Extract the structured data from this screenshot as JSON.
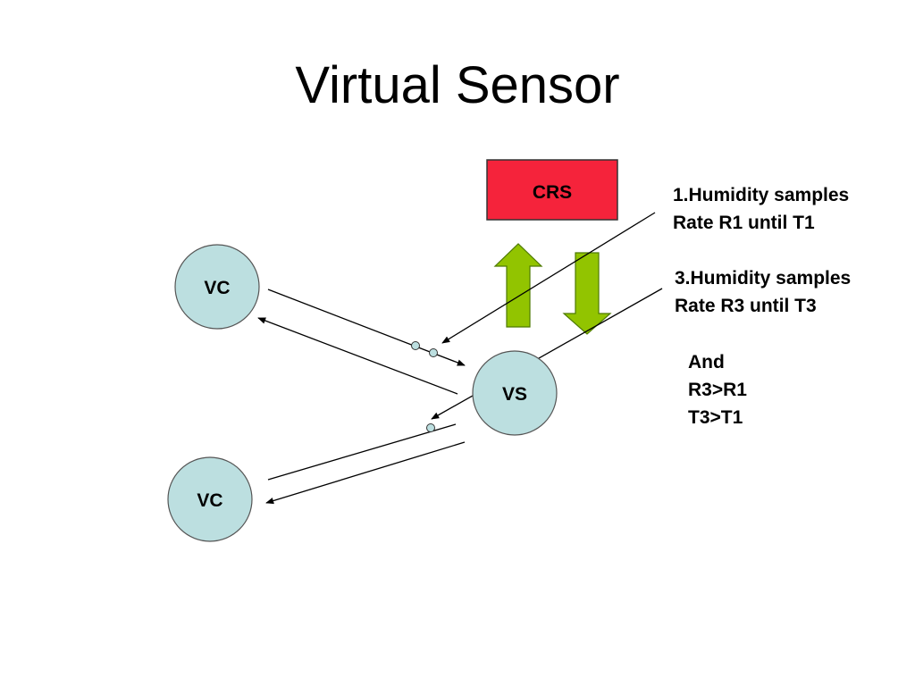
{
  "title": "Virtual Sensor",
  "nodes": {
    "crs": {
      "label": "CRS",
      "color": "#f5233b"
    },
    "vs": {
      "label": "VS",
      "color": "#bcdfe0"
    },
    "vc_top": {
      "label": "VC",
      "color": "#bcdfe0"
    },
    "vc_bottom": {
      "label": "VC",
      "color": "#bcdfe0"
    }
  },
  "arrow_color": "#92c400",
  "notes": {
    "note1": {
      "line1": "1.Humidity samples",
      "line2": "Rate R1 until T1"
    },
    "note3": {
      "line1": "3.Humidity samples",
      "line2": "Rate R3 until T3"
    },
    "condition": {
      "line1": "And",
      "line2": "R3>R1",
      "line3": "T3>T1"
    }
  }
}
